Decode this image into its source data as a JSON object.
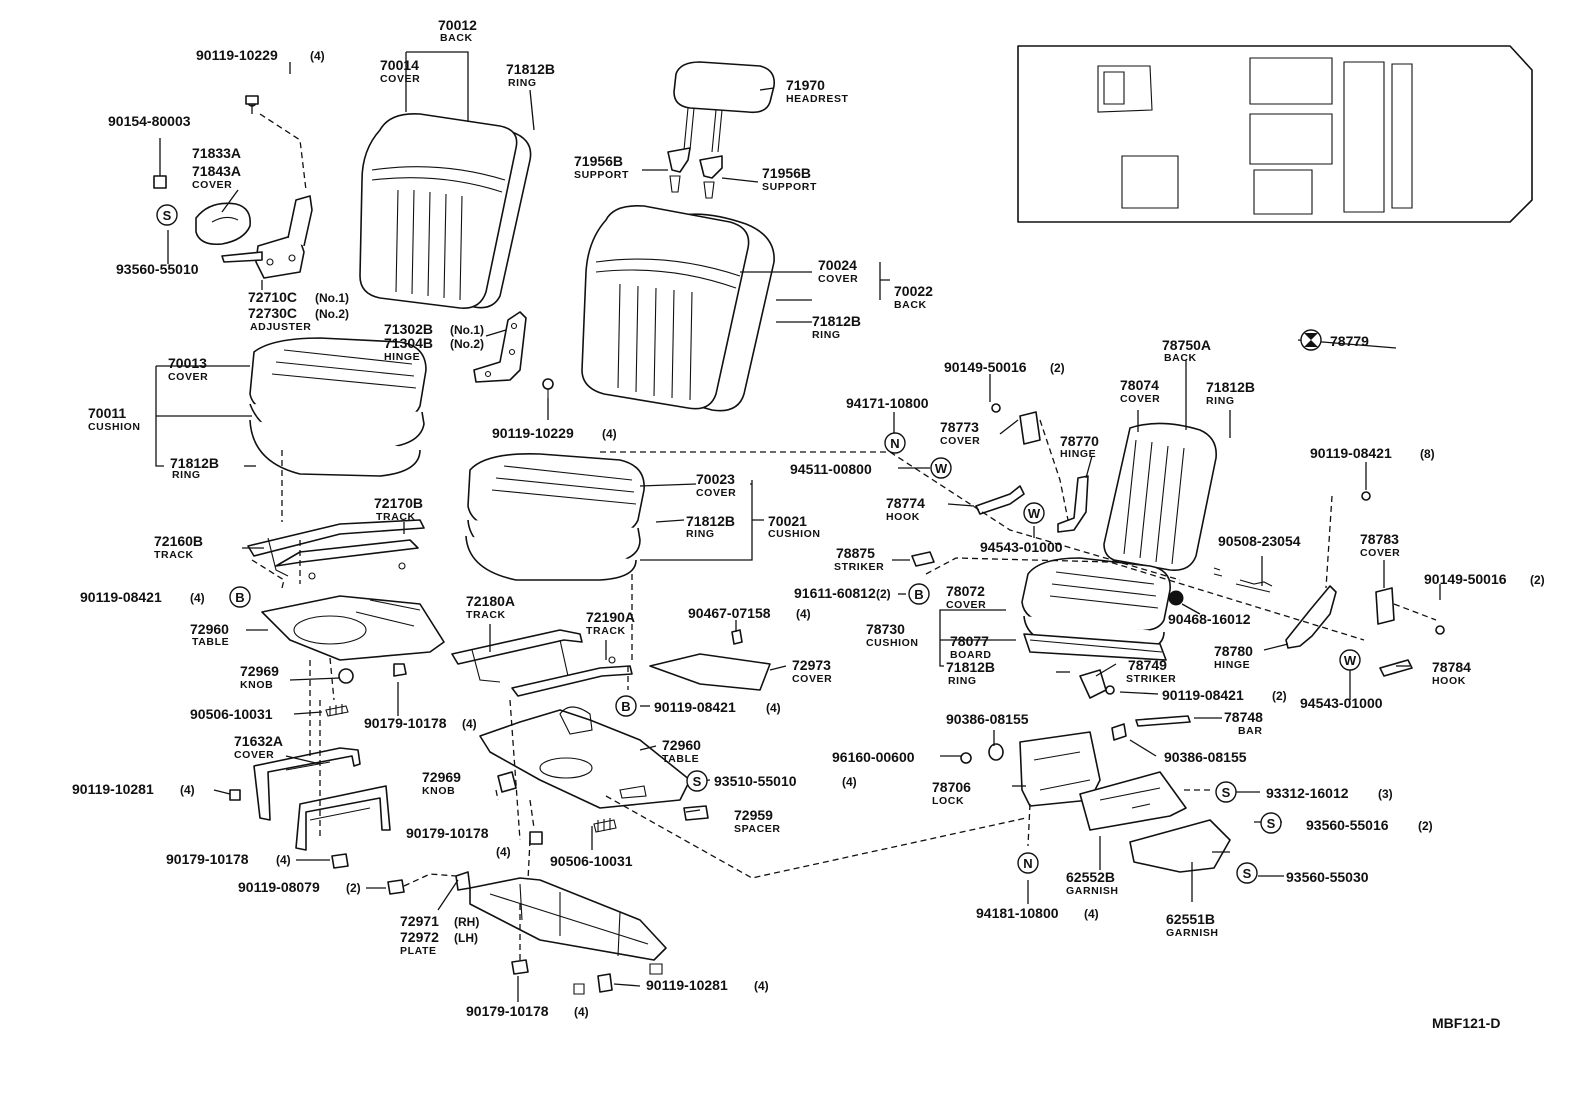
{
  "labels": [
    {
      "pn": "70012",
      "nm": "BACK"
    },
    {
      "pn": "70014",
      "nm": "COVER"
    },
    {
      "pn": "71812B",
      "nm": "RING"
    },
    {
      "pn": "90119-10229",
      "q": "(4)"
    },
    {
      "pn": "90154-80003"
    },
    {
      "pn": "71833A"
    },
    {
      "pn": "71843A",
      "nm": "COVER"
    },
    {
      "pn": "93560-55010"
    },
    {
      "pn": "72710C",
      "q": "(No.1)"
    },
    {
      "pn": "72730C",
      "q": "(No.2)",
      "nm": "ADJUSTER"
    },
    {
      "pn": "71970",
      "nm": "HEADREST"
    },
    {
      "pn": "71956B",
      "nm": "SUPPORT"
    },
    {
      "pn": "71956B",
      "nm": "SUPPORT"
    },
    {
      "pn": "70024",
      "nm": "COVER"
    },
    {
      "pn": "70022",
      "nm": "BACK"
    },
    {
      "pn": "71812B",
      "nm": "RING"
    },
    {
      "pn": "71302B",
      "q": "(No.1)"
    },
    {
      "pn": "71304B",
      "q": "(No.2)",
      "nm": "HINGE"
    },
    {
      "pn": "90119-10229",
      "q": "(4)"
    },
    {
      "pn": "70013",
      "nm": "COVER"
    },
    {
      "pn": "70011",
      "nm": "CUSHION"
    },
    {
      "pn": "71812B",
      "nm": "RING"
    },
    {
      "pn": "70023",
      "nm": "COVER"
    },
    {
      "pn": "71812B",
      "nm": "RING"
    },
    {
      "pn": "70021",
      "nm": "CUSHION"
    },
    {
      "pn": "72170B",
      "nm": "TRACK"
    },
    {
      "pn": "72160B",
      "nm": "TRACK"
    },
    {
      "pn": "90119-08421",
      "q": "(4)"
    },
    {
      "pn": "72960",
      "nm": "TABLE"
    },
    {
      "pn": "72969",
      "nm": "KNOB"
    },
    {
      "pn": "90506-10031"
    },
    {
      "pn": "90179-10178",
      "q": "(4)"
    },
    {
      "pn": "71632A",
      "nm": "COVER"
    },
    {
      "pn": "90119-10281",
      "q": "(4)"
    },
    {
      "pn": "90179-10178",
      "q": "(4)"
    },
    {
      "pn": "90119-08079",
      "q": "(2)"
    },
    {
      "pn": "72971",
      "q": "(RH)"
    },
    {
      "pn": "72972",
      "q": "(LH)",
      "nm": "PLATE"
    },
    {
      "pn": "90179-10178",
      "q": "(4)"
    },
    {
      "pn": "90119-10281",
      "q": "(4)"
    },
    {
      "pn": "72180A",
      "nm": "TRACK"
    },
    {
      "pn": "72190A",
      "nm": "TRACK"
    },
    {
      "pn": "90467-07158",
      "q": "(4)"
    },
    {
      "pn": "72973",
      "nm": "COVER"
    },
    {
      "pn": "90119-08421",
      "q": "(4)"
    },
    {
      "pn": "72960",
      "nm": "TABLE"
    },
    {
      "pn": "93510-55010",
      "q": "(4)"
    },
    {
      "pn": "72969",
      "nm": "KNOB"
    },
    {
      "pn": "90179-10178"
    },
    {
      "q": "(4)"
    },
    {
      "pn": "90506-10031"
    },
    {
      "pn": "72959",
      "nm": "SPACER"
    },
    {
      "pn": "78779"
    },
    {
      "pn": "78750A",
      "nm": "BACK"
    },
    {
      "pn": "90149-50016",
      "q": "(2)"
    },
    {
      "pn": "94171-10800"
    },
    {
      "pn": "78773",
      "nm": "COVER"
    },
    {
      "pn": "78074",
      "nm": "COVER"
    },
    {
      "pn": "71812B",
      "nm": "RING"
    },
    {
      "pn": "78770",
      "nm": "HINGE"
    },
    {
      "pn": "94511-00800"
    },
    {
      "pn": "78774",
      "nm": "HOOK"
    },
    {
      "pn": "94543-01000"
    },
    {
      "pn": "90119-08421",
      "q": "(8)"
    },
    {
      "pn": "90508-23054"
    },
    {
      "pn": "78783",
      "nm": "COVER"
    },
    {
      "pn": "78875",
      "nm": "STRIKER"
    },
    {
      "pn": "91611-60812",
      "q": "(2)"
    },
    {
      "pn": "78072",
      "nm": "COVER"
    },
    {
      "pn": "90468-16012"
    },
    {
      "pn": "90149-50016",
      "q": "(2)"
    },
    {
      "pn": "78730",
      "nm": "CUSHION"
    },
    {
      "pn": "78077",
      "nm": "BOARD"
    },
    {
      "pn": "71812B",
      "nm": "RING"
    },
    {
      "pn": "78749",
      "nm": "STRIKER"
    },
    {
      "pn": "78780",
      "nm": "HINGE"
    },
    {
      "pn": "78784",
      "nm": "HOOK"
    },
    {
      "pn": "90119-08421",
      "q": "(2)"
    },
    {
      "pn": "94543-01000"
    },
    {
      "pn": "90386-08155"
    },
    {
      "pn": "78748",
      "nm": "BAR"
    },
    {
      "pn": "96160-00600"
    },
    {
      "pn": "90386-08155"
    },
    {
      "pn": "78706",
      "nm": "LOCK"
    },
    {
      "pn": "93312-16012",
      "q": "(3)"
    },
    {
      "pn": "93560-55016",
      "q": "(2)"
    },
    {
      "pn": "62552B",
      "nm": "GARNISH"
    },
    {
      "pn": "93560-55030"
    },
    {
      "pn": "94181-10800",
      "q": "(4)"
    },
    {
      "pn": "62551B",
      "nm": "GARNISH"
    }
  ],
  "symbols": {
    "S": "S",
    "B": "B",
    "N": "N",
    "W": "W"
  },
  "footer": {
    "code": "MBF121-D"
  }
}
